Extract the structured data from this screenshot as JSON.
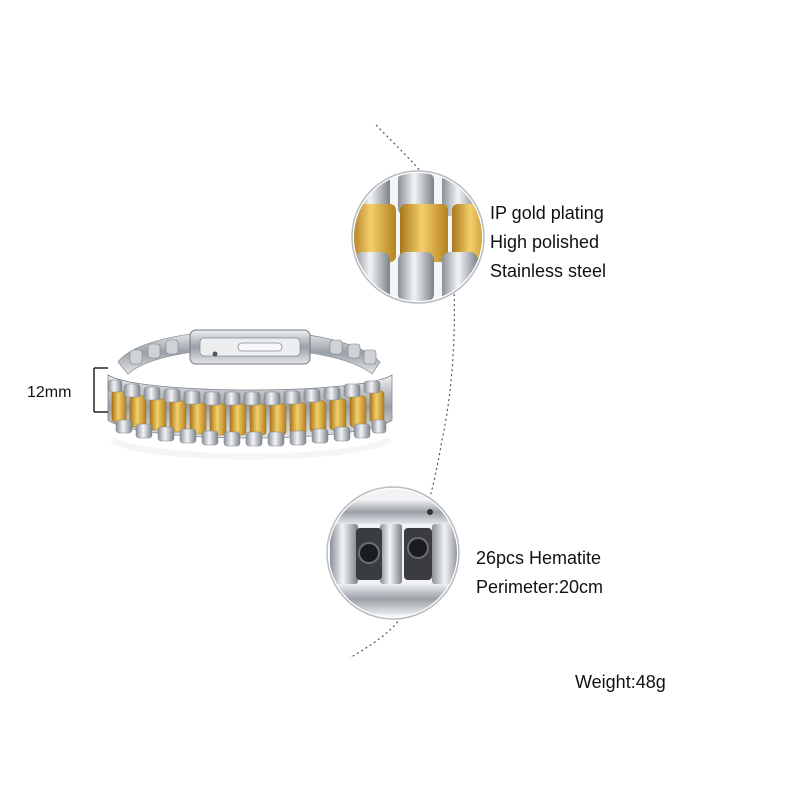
{
  "product": {
    "width_label": "12mm",
    "feature_gold": {
      "lines": [
        "IP gold plating",
        "High polished",
        "Stainless steel"
      ],
      "icon": "gold-link-zoom-icon"
    },
    "feature_hematite": {
      "lines": [
        "26pcs Hematite",
        "Perimeter:20cm"
      ],
      "icon": "hematite-link-zoom-icon"
    },
    "weight_label": "Weight:48g",
    "colors": {
      "gold": "#d8a531",
      "silver": "#c9cdd2",
      "dark": "#2a2a2e"
    }
  }
}
